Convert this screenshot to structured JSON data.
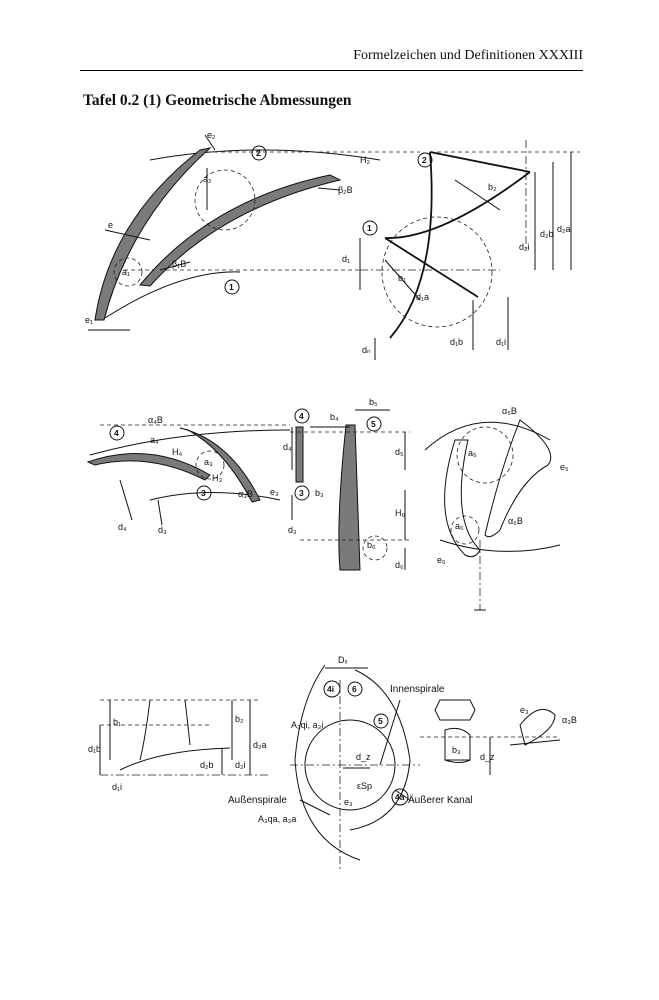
{
  "header": {
    "title": "Formelzeichen und Definitionen  XXXIII"
  },
  "table_title": "Tafel 0.2 (1) Geometrische Abmessungen",
  "labels": {
    "e2": "e₂",
    "a2": "a₂",
    "H2": "H₂",
    "beta2B": "β₂B",
    "e": "e",
    "a1": "a₁",
    "beta1B": "β₁B",
    "e1": "e₁",
    "d1": "d₁",
    "b1": "b₁",
    "d1a": "d₁a",
    "d1b": "d₁b",
    "d1i": "d₁i",
    "dn": "dₙ",
    "b2": "b₂",
    "d2b": "d₂b",
    "d2a": "d₂a",
    "d2i": "d₂i",
    "alpha4B": "α₄B",
    "a4": "a₄",
    "H4": "H₄",
    "a3": "a₃",
    "H3": "H₃",
    "alpha3B": "α₃B",
    "e3": "e₃",
    "d4": "d₄",
    "d3": "d₃",
    "b4": "b₄",
    "b5": "b₅",
    "b3": "b₃",
    "d5": "d₅",
    "H6": "H₆",
    "b6": "b₆",
    "d6": "d₆",
    "alpha5B": "α₅B",
    "a5": "a₅",
    "e5": "e₅",
    "a6": "a₆",
    "alpha6B": "α₆B",
    "e6": "e₆",
    "Dd": "Dₓ",
    "innenspirale": "Innenspirale",
    "A3qi": "A₃qi, a₃i",
    "dz": "d_z",
    "epsSp": "εSp",
    "aussenspirale": "Außenspirale",
    "aeusserer_kanal": "Äußerer Kanal",
    "A3qa": "A₃qa, a₃a",
    "dz2": "d_z",
    "b3b": "b₃",
    "e3b": "e₃",
    "alpha3B2": "α₃B"
  },
  "circles": {
    "c1": "1",
    "c2": "2",
    "c3": "3",
    "c4": "4",
    "c5": "5",
    "c6": "6",
    "c4i": "4i",
    "c4a": "4a"
  }
}
